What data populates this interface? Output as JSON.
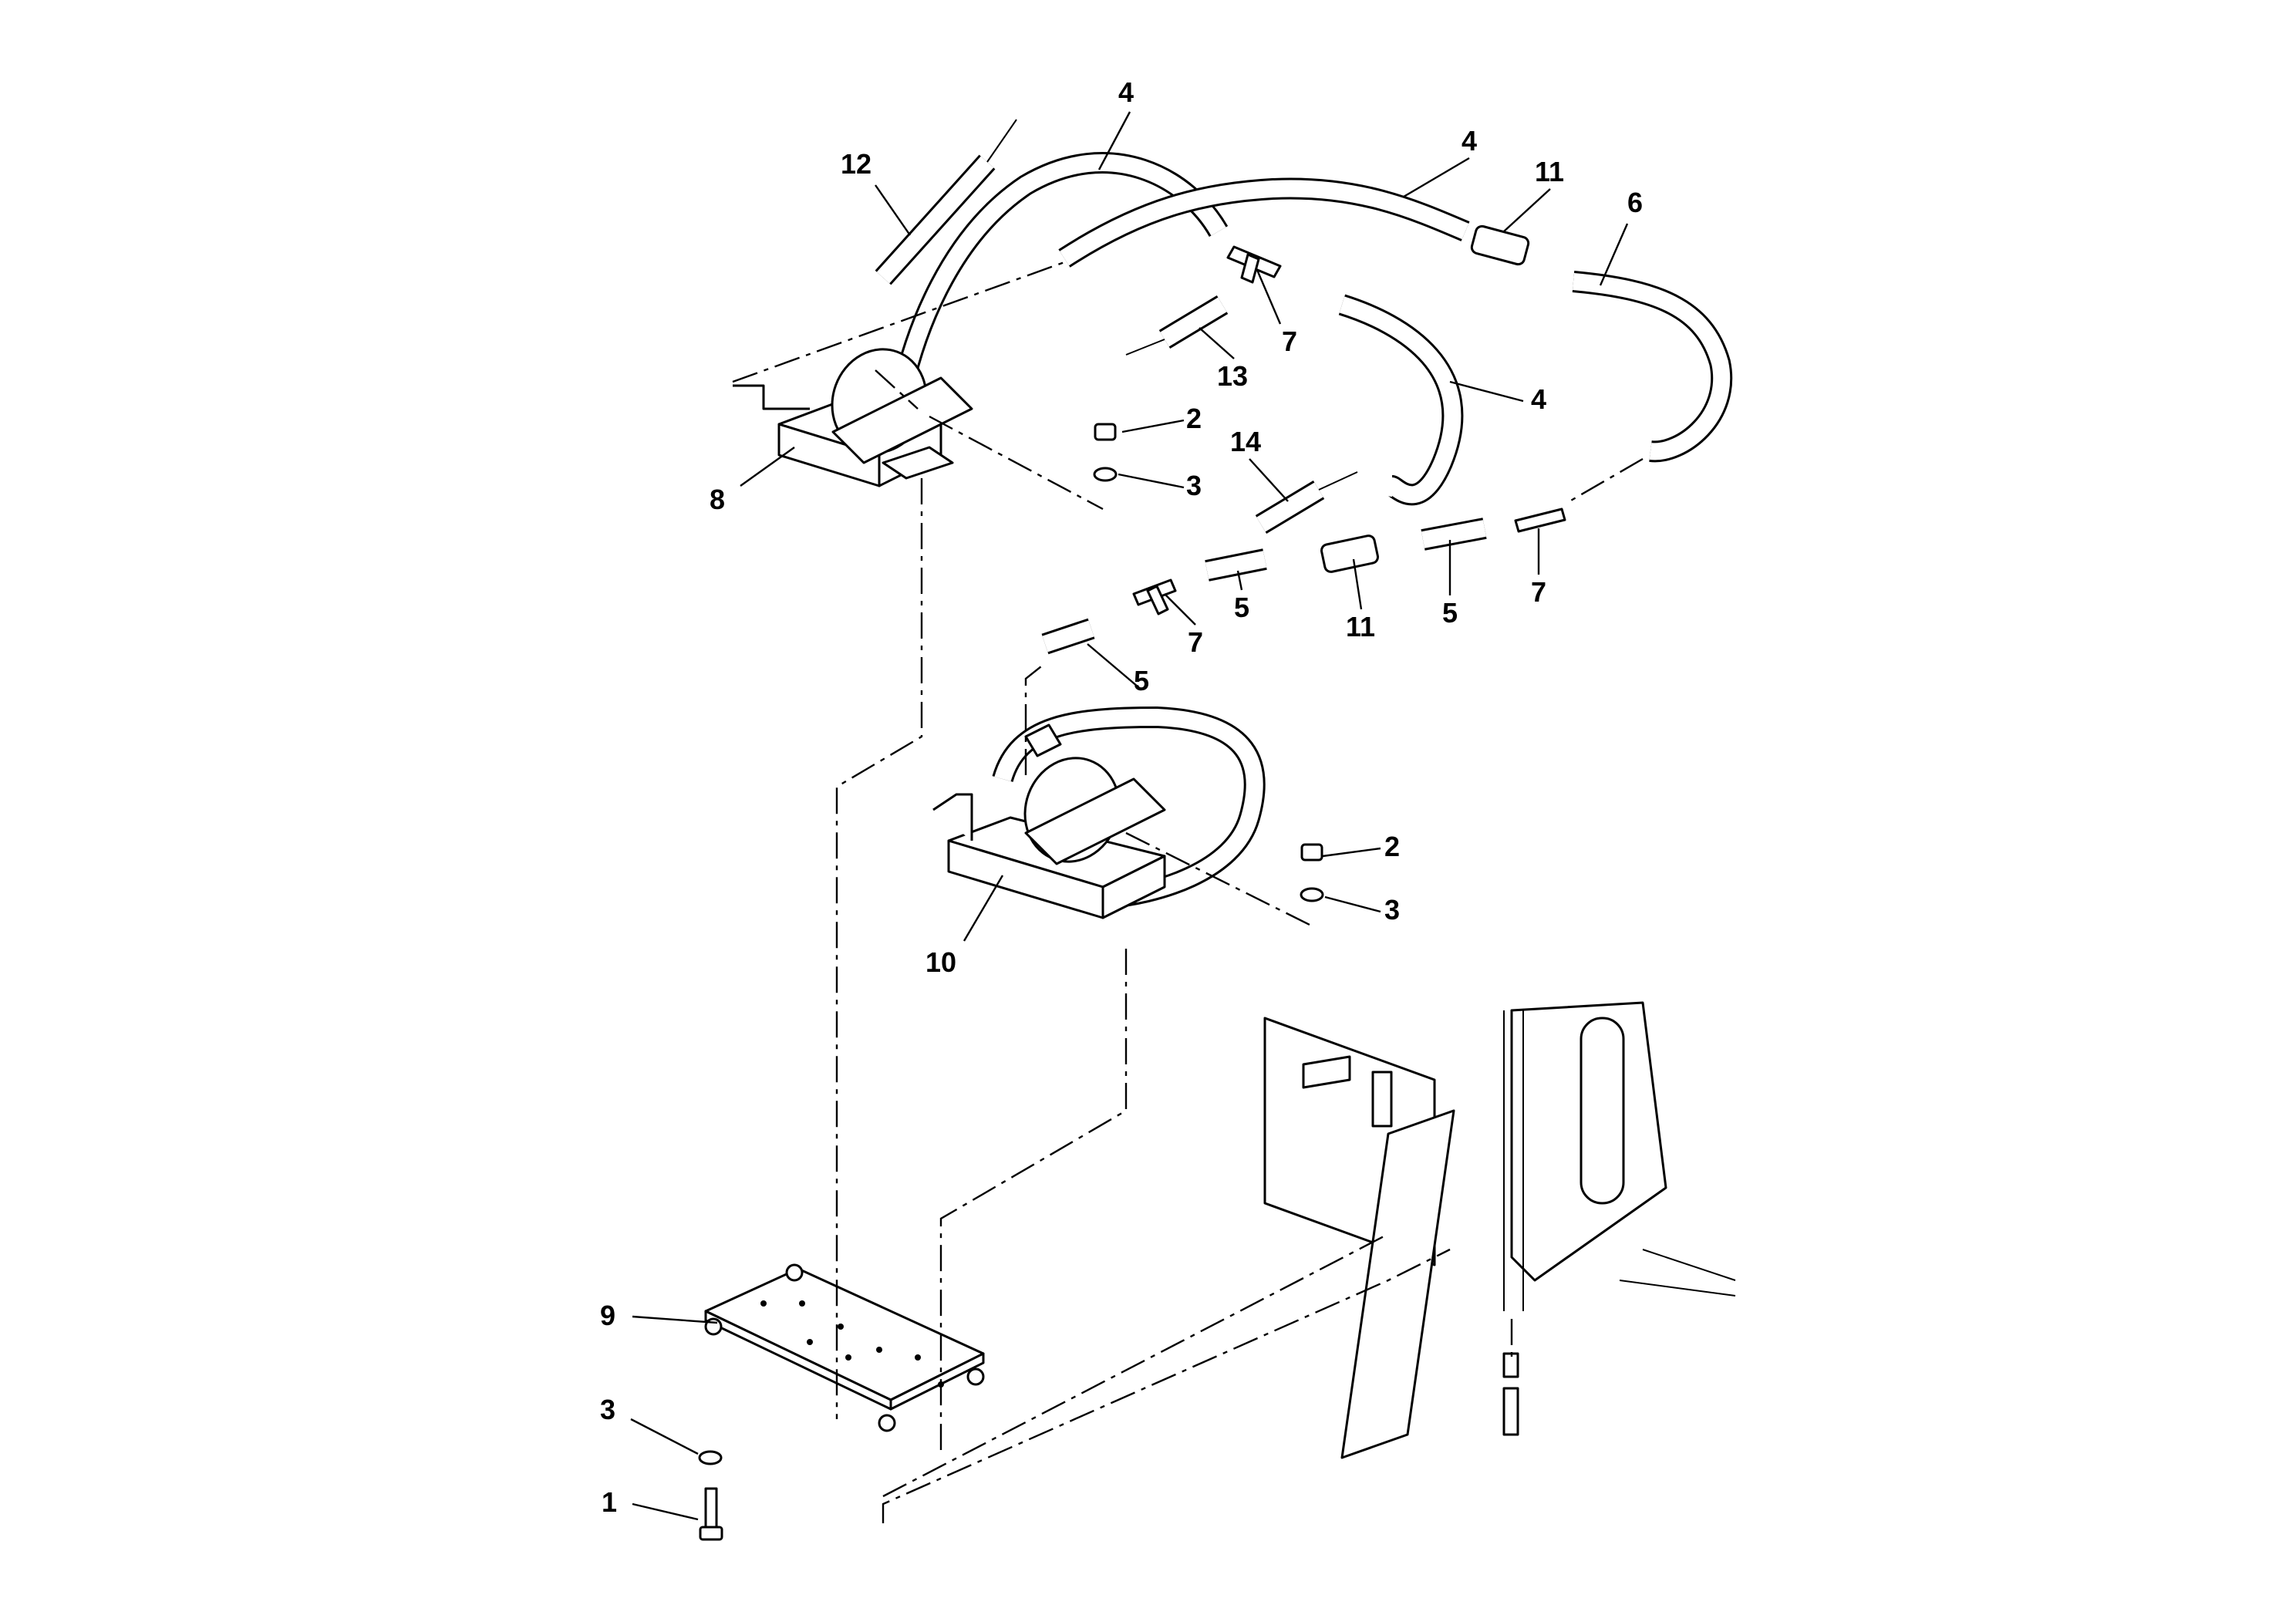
{
  "callouts": [
    {
      "id": "c1",
      "label": "1"
    },
    {
      "id": "c2a",
      "label": "2"
    },
    {
      "id": "c2b",
      "label": "2"
    },
    {
      "id": "c3a",
      "label": "3"
    },
    {
      "id": "c3b",
      "label": "3"
    },
    {
      "id": "c3c",
      "label": "3"
    },
    {
      "id": "c4a",
      "label": "4"
    },
    {
      "id": "c4b",
      "label": "4"
    },
    {
      "id": "c4c",
      "label": "4"
    },
    {
      "id": "c5a",
      "label": "5"
    },
    {
      "id": "c5b",
      "label": "5"
    },
    {
      "id": "c5c",
      "label": "5"
    },
    {
      "id": "c6",
      "label": "6"
    },
    {
      "id": "c7a",
      "label": "7"
    },
    {
      "id": "c7b",
      "label": "7"
    },
    {
      "id": "c7c",
      "label": "7"
    },
    {
      "id": "c8",
      "label": "8"
    },
    {
      "id": "c9",
      "label": "9"
    },
    {
      "id": "c10",
      "label": "10"
    },
    {
      "id": "c11a",
      "label": "11"
    },
    {
      "id": "c11b",
      "label": "11"
    },
    {
      "id": "c12",
      "label": "12"
    },
    {
      "id": "c13",
      "label": "13"
    },
    {
      "id": "c14",
      "label": "14"
    }
  ]
}
